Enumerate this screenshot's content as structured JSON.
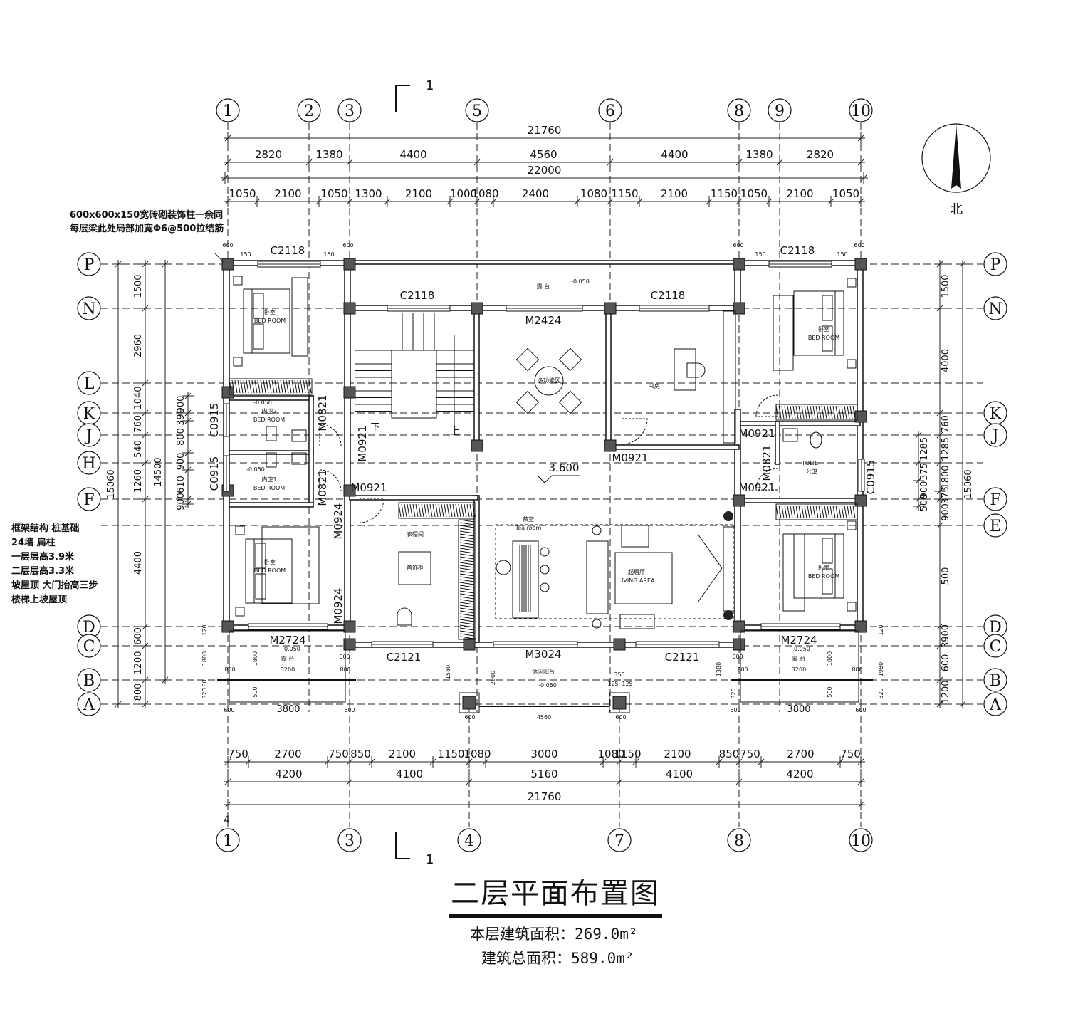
{
  "title": "二层平面布置图",
  "area_this_floor": "本层建筑面积：269.0m²",
  "area_total": "建筑总面积：589.0m²",
  "north_label": "北",
  "section_mark": "1",
  "notes": [
    "框架结构 桩基础",
    "24墙 扁柱",
    "一层层高3.9米",
    "二层层高3.3米",
    "坡屋顶 大门抬高三步",
    "楼梯上坡屋顶"
  ],
  "callout": [
    "600x600x150宽砖砌装饰柱一余同",
    "每层梁此处局部加宽Φ6@500拉结筋"
  ],
  "axes_top": [
    "1",
    "2",
    "3",
    "5",
    "6",
    "8",
    "9",
    "10"
  ],
  "axes_bottom": [
    "1",
    "3",
    "4",
    "7",
    "8",
    "10"
  ],
  "axes_rows": [
    "P",
    "N",
    "L",
    "K",
    "J",
    "H",
    "F",
    "E",
    "D",
    "C",
    "B",
    "A"
  ],
  "dims_top_total": "21760",
  "dims_top_row2": [
    "2820",
    "1380",
    "4400",
    "4560",
    "4400",
    "1380",
    "2820"
  ],
  "dims_top_row3": "22000",
  "dims_top_row4": [
    "1050",
    "2100",
    "1050",
    "1300",
    "2100",
    "1000",
    "1080",
    "2400",
    "1080",
    "1150",
    "2100",
    "1150",
    "1050",
    "2100",
    "1050"
  ],
  "dims_bottom_row1": [
    "750",
    "2700",
    "750",
    "850",
    "2100",
    "1150",
    "1080",
    "3000",
    "1080",
    "1150",
    "2100",
    "850",
    "750",
    "2700",
    "750"
  ],
  "dims_bottom_row2": [
    "4200",
    "4100",
    "5160",
    "4100",
    "4200"
  ],
  "dims_bottom_total": "21760",
  "dims_left_outer": "15060",
  "dims_left_mid": "14500",
  "dims_left": [
    "1500",
    "2960",
    "1040",
    "760",
    "540",
    "1260",
    "4400",
    "600",
    "1200",
    "800"
  ],
  "dims_left_inner": [
    "900",
    "390",
    "800",
    "900",
    "610",
    "900"
  ],
  "dims_right_outer": "15060",
  "dims_right": [
    "1500",
    "4000",
    "760",
    "1285",
    "1800",
    "375",
    "900",
    "500",
    "3900",
    "600",
    "1200",
    "800"
  ],
  "labels": {
    "win_c2118": "C2118",
    "win_c2121": "C2121",
    "win_c0915": "C0915",
    "door_m2424": "M2424",
    "door_m3024": "M3024",
    "door_m2724": "M2724",
    "door_m0921": "M0921",
    "door_m0821": "M0821",
    "door_m0924": "M0924",
    "elev_main": "3.600",
    "elev_neg": "-0.050",
    "dim_600": "600",
    "dim_150": "150",
    "dim_3800": "3800",
    "dim_4560": "4560",
    "dim_3200": "3200",
    "dim_500": "500",
    "dim_800": "800",
    "dim_1580": "1580",
    "dim_2000": "2000",
    "dim_1800": "1800",
    "dim_1980": "1980",
    "dim_1380": "1380",
    "dim_350": "350",
    "dim_125": "125",
    "dim_120": "120",
    "dim_320": "320",
    "dim_180": "180"
  },
  "rooms": {
    "bed": "卧室",
    "bed_en": "BED  ROOM",
    "wc1": "内卫1",
    "wc2": "内卫2",
    "wc_en": "BED  ROOM",
    "terrace": "露 台",
    "leisure": "休闲阳台",
    "multi": "多功能区",
    "study": "书房",
    "cloak": "衣帽间",
    "jewel": "首饰柜",
    "tea": "茶室",
    "tea_en": "Tea room",
    "living": "起居厅",
    "living_en": "LIVING  AREA",
    "toilet_en": "TOLIET",
    "toilet": "公卫",
    "up": "上",
    "down": "下"
  },
  "small_mark": "4"
}
